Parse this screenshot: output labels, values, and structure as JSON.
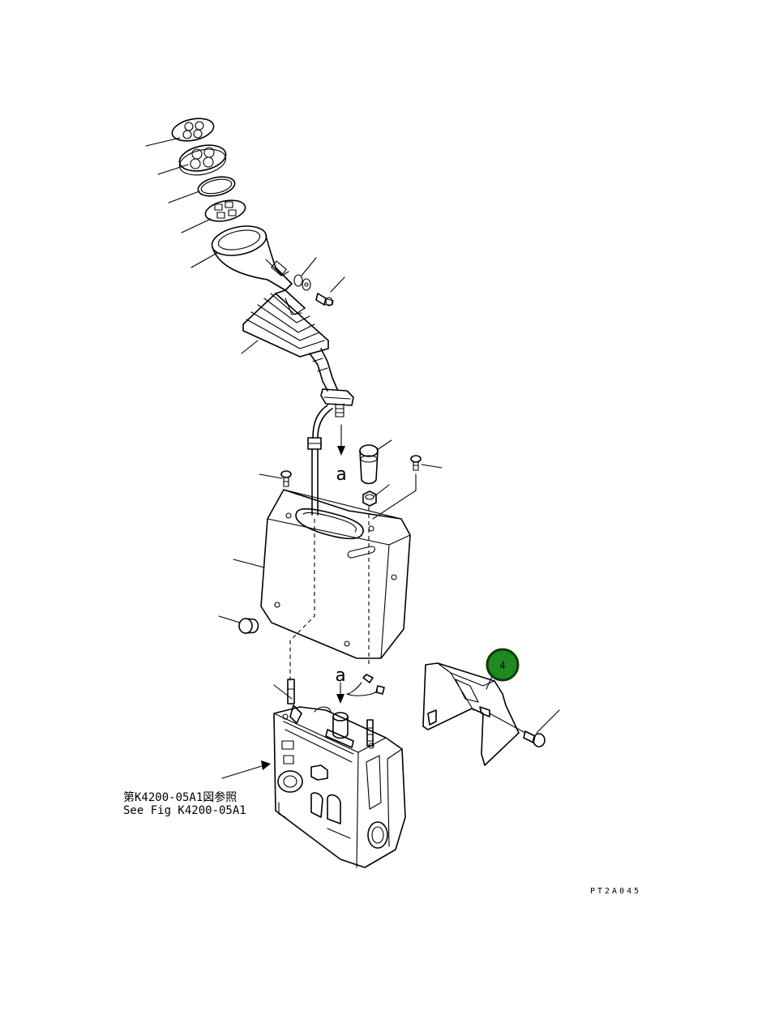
{
  "callout": {
    "part_number": "4",
    "fill_color": "#1f8a1f",
    "ring_color": "#0a3d0a",
    "text_color": "#ffffff"
  },
  "reference_labels": {
    "line_jp": "第K4200-05A1図参照",
    "line_en": "See Fig K4200-05A1"
  },
  "detail_markers": {
    "upper": "a",
    "lower": "a"
  },
  "drawing_id": "PT2A045"
}
